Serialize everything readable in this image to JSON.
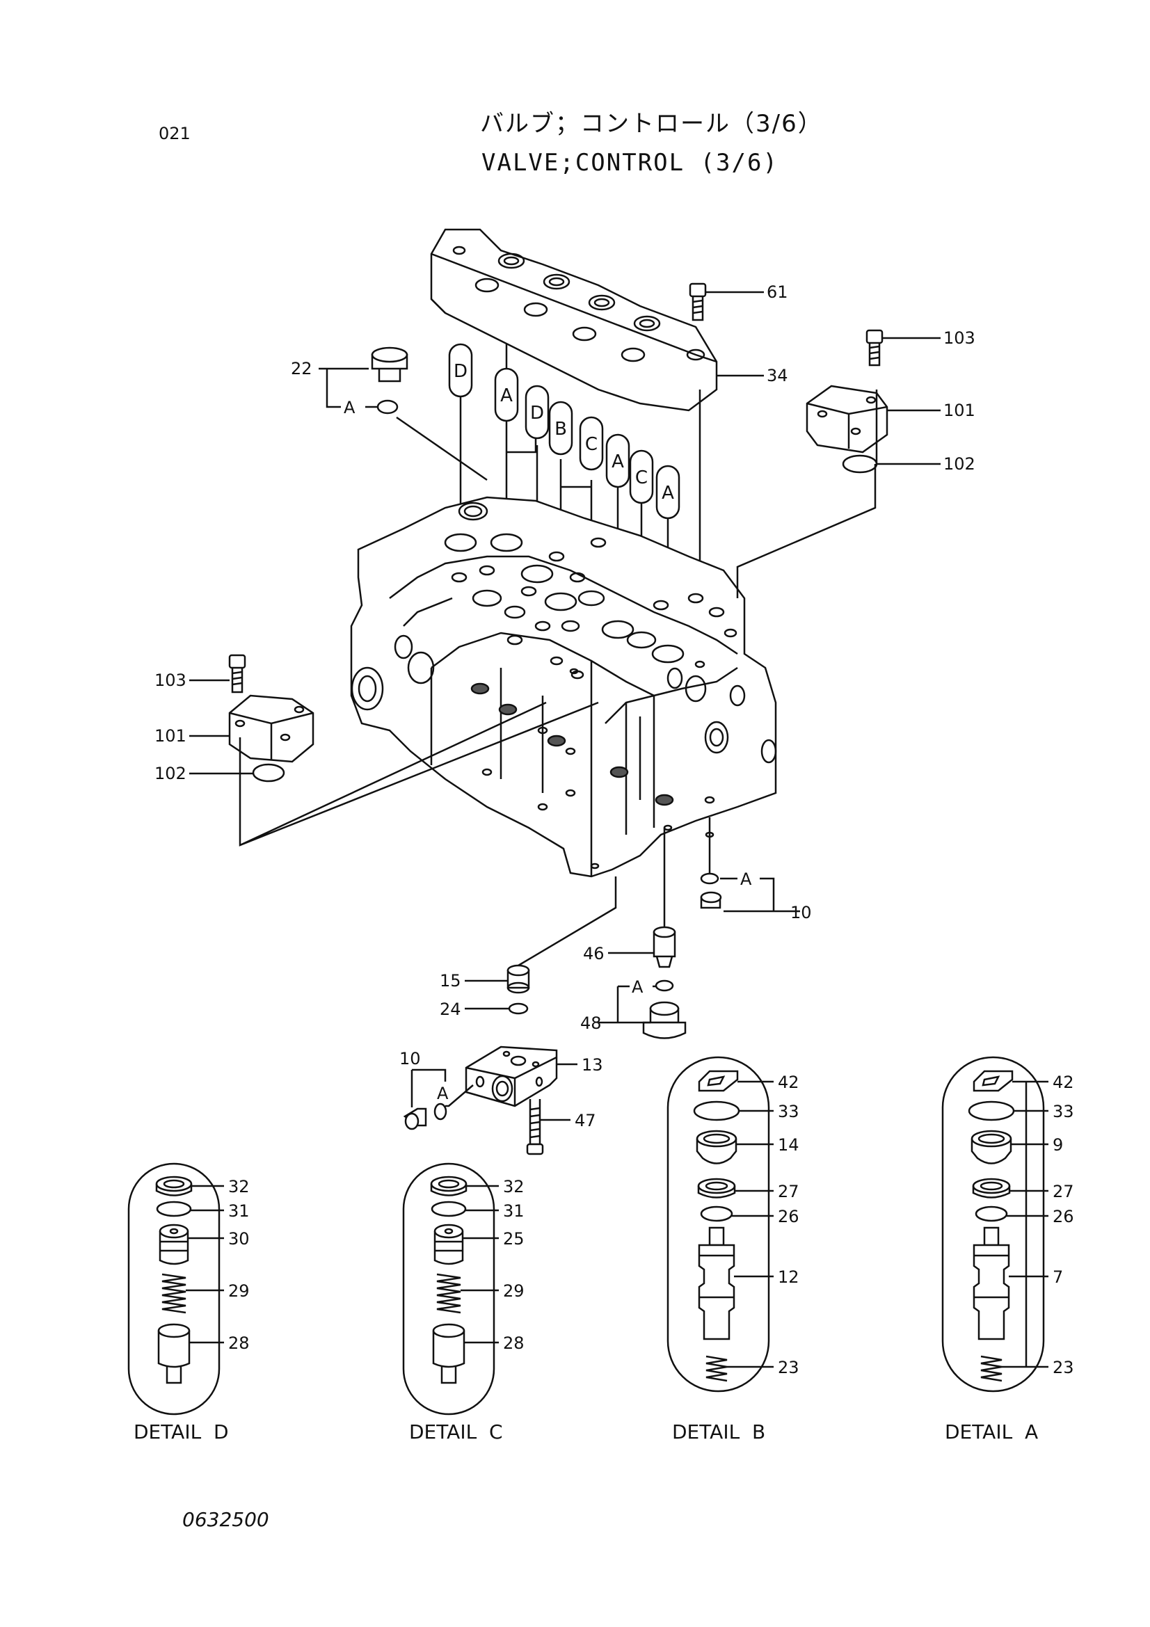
{
  "page_code": "021",
  "title_jp": "バルブ；コントロール（3/6）",
  "title_en": "VALVE;CONTROL (3/6)",
  "drawing_number": "0632500",
  "callouts": {
    "c61": "61",
    "c34": "34",
    "c22": "22",
    "cA22": "A",
    "c103r": "103",
    "c101r": "101",
    "c102r": "102",
    "c103l": "103",
    "c101l": "101",
    "c102l": "102",
    "cA10": "A",
    "c10a": "10",
    "c46": "46",
    "c15": "15",
    "c24": "24",
    "cA48": "A",
    "c48": "48",
    "c10b": "10",
    "cA10b": "A",
    "c13": "13",
    "c47": "47"
  },
  "port_tags": [
    "D",
    "A",
    "D",
    "B",
    "C",
    "A",
    "C",
    "A"
  ],
  "details": {
    "d": {
      "label": "DETAIL  D",
      "parts": [
        "32",
        "31",
        "30",
        "29",
        "28"
      ]
    },
    "c": {
      "label": "DETAIL  C",
      "parts": [
        "32",
        "31",
        "25",
        "29",
        "28"
      ]
    },
    "b": {
      "label": "DETAIL  B",
      "parts": [
        "42",
        "33",
        "14",
        "27",
        "26",
        "12",
        "23"
      ]
    },
    "a": {
      "label": "DETAIL  A",
      "parts": [
        "42",
        "33",
        "9",
        "27",
        "26",
        "7",
        "23"
      ]
    }
  }
}
